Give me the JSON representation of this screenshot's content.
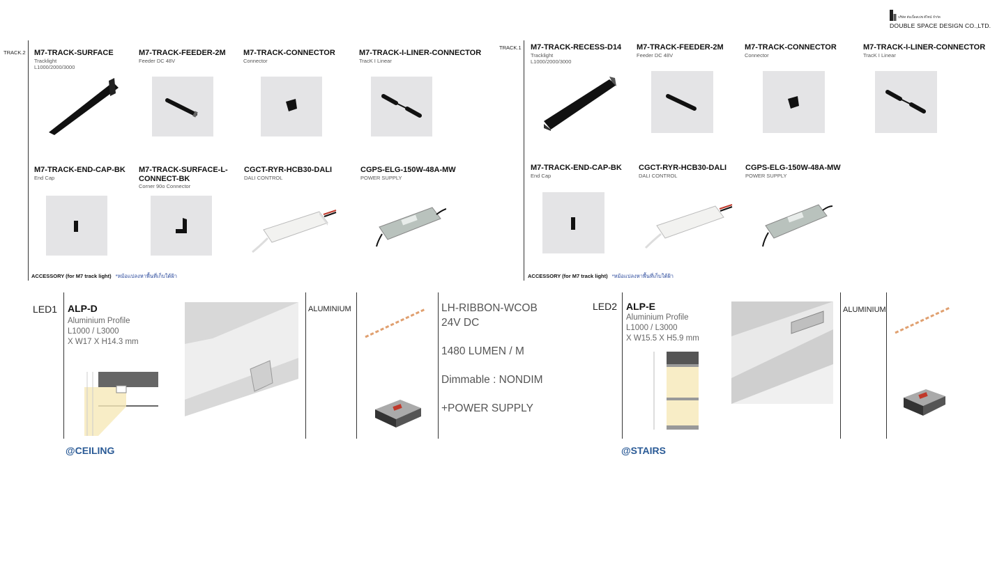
{
  "company": {
    "thai_text": "บริษัท ดับเบิ้ลสเปซ ดีไซน์ จำกัด",
    "name": "DOUBLE SPACE DESIGN CO.,LTD."
  },
  "track2": {
    "label": "TRACK.2",
    "items": [
      {
        "title": "M7-TRACK-SURFACE",
        "sub1": "Tracklight",
        "sub2": "L1000/2000/3000"
      },
      {
        "title": "M7-TRACK-FEEDER-2M",
        "sub1": "Feeder DC 48V"
      },
      {
        "title": "M7-TRACK-CONNECTOR",
        "sub1": "Connector"
      },
      {
        "title": "M7-TRACK-I-LINER-CONNECTOR",
        "sub1": "TracK I Linear"
      },
      {
        "title": "M7-TRACK-END-CAP-BK",
        "sub1": "End Cap"
      },
      {
        "title": "M7-TRACK-SURFACE-L-",
        "title2": "CONNECT-BK",
        "sub1": "Corner 90o Connector"
      },
      {
        "title": "CGCT-RYR-HCB30-DALI",
        "sub1": "DALI CONTROL"
      },
      {
        "title": "CGPS-ELG-150W-48A-MW",
        "sub1": "POWER SUPPLY"
      }
    ],
    "accessory": "ACCESSORY (for M7 track light)",
    "note": "*หม้อแปลงหาพื้นที่เก็บใต้ฝ้า"
  },
  "track1": {
    "label": "TRACK.1",
    "items": [
      {
        "title": "M7-TRACK-RECESS-D14",
        "sub1": "Tracklight",
        "sub2": "L1000/2000/3000"
      },
      {
        "title": "M7-TRACK-FEEDER-2M",
        "sub1": "Feeder DC 48V"
      },
      {
        "title": "M7-TRACK-CONNECTOR",
        "sub1": "Connector"
      },
      {
        "title": "M7-TRACK-I-LINER-CONNECTOR",
        "sub1": "TracK I Linear"
      },
      {
        "title": "M7-TRACK-END-CAP-BK",
        "sub1": "End Cap"
      },
      {
        "title": "CGCT-RYR-HCB30-DALI",
        "sub1": "DALI CONTROL"
      },
      {
        "title": "CGPS-ELG-150W-48A-MW",
        "sub1": "POWER SUPPLY"
      }
    ],
    "accessory": "ACCESSORY (for M7 track light)",
    "note": "*หม้อแปลงหาพื้นที่เก็บใต้ฝ้า"
  },
  "led1": {
    "label": "LED1",
    "title": "ALP-D",
    "sub1": "Aluminium Profile",
    "sub2": "L1000 / L3000",
    "sub3": "X W17 X H14.3 mm",
    "material": "ALUMINIUM",
    "location": "@CEILING"
  },
  "led2": {
    "label": "LED2",
    "title": "ALP-E",
    "sub1": "Aluminium Profile",
    "sub2": "L1000 / L3000",
    "sub3": "X W15.5 X H5.9 mm",
    "material": "ALUMINIUM",
    "location": "@STAIRS"
  },
  "specs": {
    "line1": "LH-RIBBON-WCOB",
    "line2": "24V DC",
    "line3": "1480 LUMEN / M",
    "line4": "Dimmable : NONDIM",
    "line5": "+POWER SUPPLY"
  },
  "colors": {
    "accent_blue": "#2a5a96",
    "note_blue": "#2b4a9c",
    "photo_bg": "#e4e4e6"
  }
}
